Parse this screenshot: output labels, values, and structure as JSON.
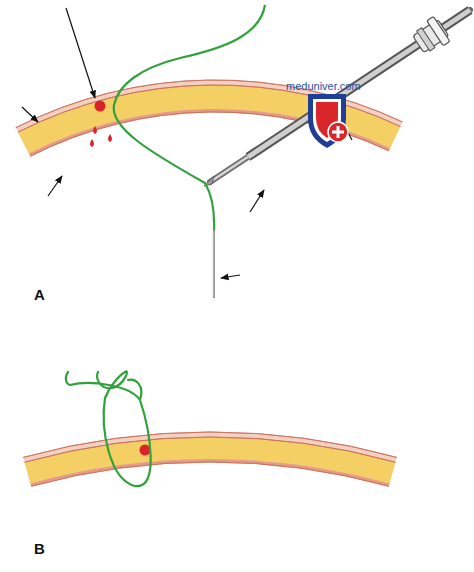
{
  "diagram": {
    "labels": [
      "meduniver.com",
      "A",
      "B"
    ]
  }
}
